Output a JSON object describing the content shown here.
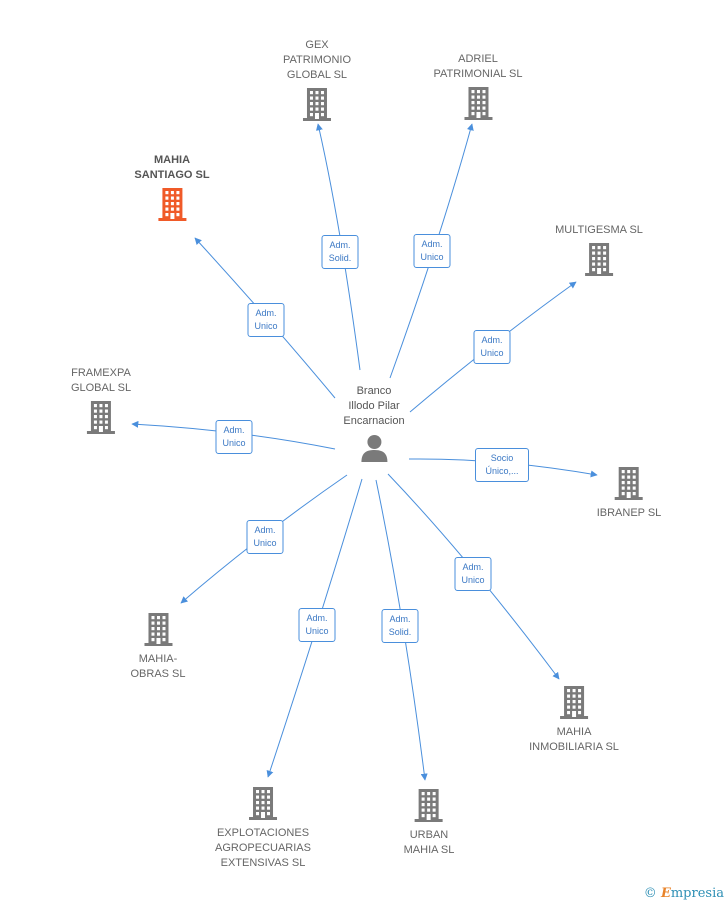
{
  "center": {
    "name_lines": [
      "Branco",
      "Illodo Pilar",
      "Encarnacion"
    ],
    "icon": "person-icon"
  },
  "colors": {
    "edge": "#4a8fdc",
    "building": "#7a7a7a",
    "highlight": "#f05a28"
  },
  "companies": [
    {
      "id": "gex",
      "lines": [
        "GEX",
        "PATRIMONIO",
        "GLOBAL SL"
      ],
      "icon": "building-icon"
    },
    {
      "id": "adriel",
      "lines": [
        "ADRIEL",
        "PATRIMONIAL SL"
      ],
      "icon": "building-icon"
    },
    {
      "id": "mahia-santiago",
      "lines": [
        "MAHIA",
        "SANTIAGO SL"
      ],
      "icon": "building-icon",
      "highlight": true
    },
    {
      "id": "multigesma",
      "lines": [
        "MULTIGESMA SL"
      ],
      "icon": "building-icon"
    },
    {
      "id": "framexpa",
      "lines": [
        "FRAMEXPA",
        "GLOBAL SL"
      ],
      "icon": "building-icon"
    },
    {
      "id": "ibranep",
      "lines": [
        "IBRANEP SL"
      ],
      "icon": "building-icon"
    },
    {
      "id": "mahia-obras",
      "lines": [
        "MAHIA-",
        "OBRAS SL"
      ],
      "icon": "building-icon"
    },
    {
      "id": "mahia-inmobiliaria",
      "lines": [
        "MAHIA",
        "INMOBILIARIA SL"
      ],
      "icon": "building-icon"
    },
    {
      "id": "explotaciones",
      "lines": [
        "EXPLOTACIONES",
        "AGROPECUARIAS",
        "EXTENSIVAS SL"
      ],
      "icon": "building-icon"
    },
    {
      "id": "urban",
      "lines": [
        "URBAN",
        "MAHIA SL"
      ],
      "icon": "building-icon"
    }
  ],
  "edges": [
    {
      "to": "gex",
      "lines": [
        "Adm.",
        "Solid."
      ]
    },
    {
      "to": "adriel",
      "lines": [
        "Adm.",
        "Unico"
      ]
    },
    {
      "to": "mahia-santiago",
      "lines": [
        "Adm.",
        "Unico"
      ]
    },
    {
      "to": "multigesma",
      "lines": [
        "Adm.",
        "Unico"
      ]
    },
    {
      "to": "framexpa",
      "lines": [
        "Adm.",
        "Unico"
      ]
    },
    {
      "to": "ibranep",
      "lines": [
        "Socio",
        "Único,..."
      ]
    },
    {
      "to": "mahia-obras",
      "lines": [
        "Adm.",
        "Unico"
      ]
    },
    {
      "to": "mahia-inmobiliaria",
      "lines": [
        "Adm.",
        "Unico"
      ]
    },
    {
      "to": "explotaciones",
      "lines": [
        "Adm.",
        "Unico"
      ]
    },
    {
      "to": "urban",
      "lines": [
        "Adm.",
        "Solid."
      ]
    }
  ],
  "brand": {
    "copyright": "©",
    "first_letter": "E",
    "rest": "mpresia"
  }
}
